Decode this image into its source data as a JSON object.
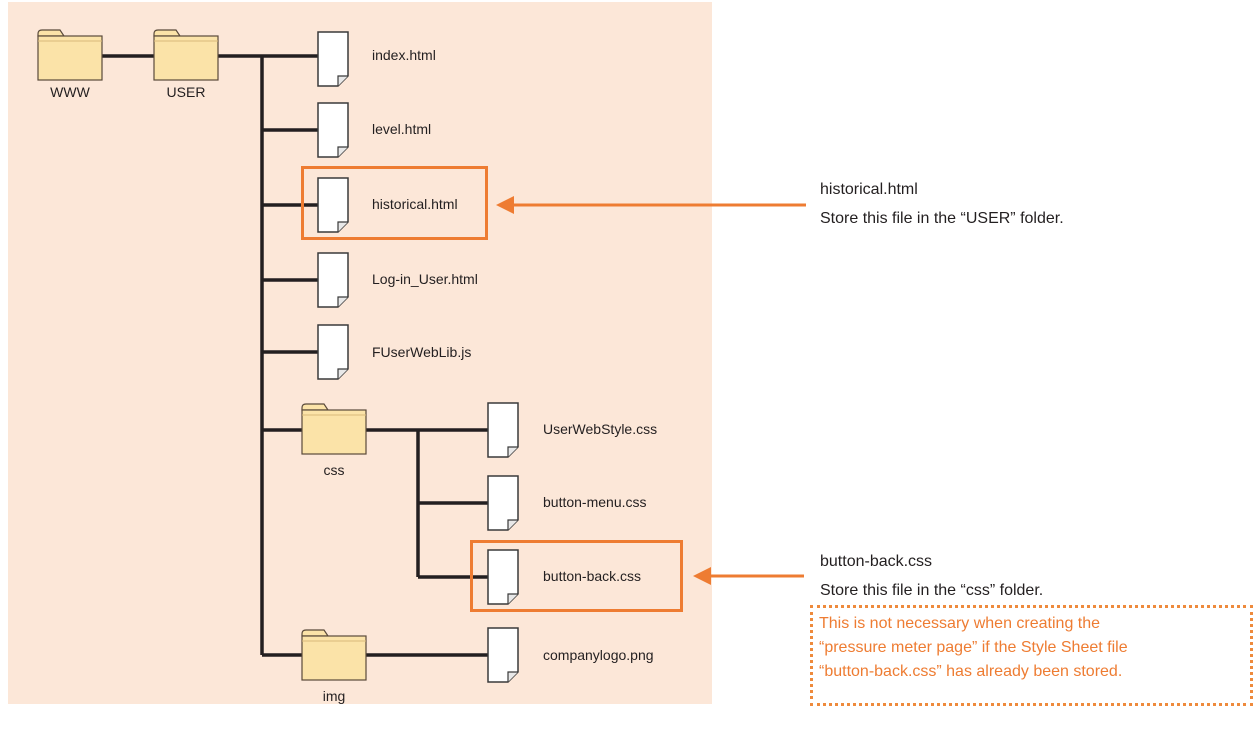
{
  "tree": {
    "folders": {
      "www": "WWW",
      "user": "USER",
      "css": "css",
      "img": "img"
    },
    "files": {
      "index": "index.html",
      "level": "level.html",
      "historical": "historical.html",
      "login": "Log-in_User.html",
      "fuserweblib": "FUserWebLib.js",
      "userwebstyle": "UserWebStyle.css",
      "button_menu": "button-menu.css",
      "button_back": "button-back.css",
      "companylogo": "companylogo.png"
    }
  },
  "notes": {
    "historical": {
      "title": "historical.html",
      "text": "Store this file in the “USER” folder."
    },
    "button_back": {
      "title": "button-back.css",
      "text": "Store this file in the “css” folder."
    },
    "caution": {
      "line1": "This is not necessary when creating the",
      "line2": "“pressure meter page” if the Style Sheet file",
      "line3": "“button-back.css” has already been stored."
    }
  },
  "colors": {
    "panel": "#fce7d8",
    "highlight": "#ee7c32",
    "folder_fill": "#fbe3a8",
    "line": "#231f20"
  }
}
